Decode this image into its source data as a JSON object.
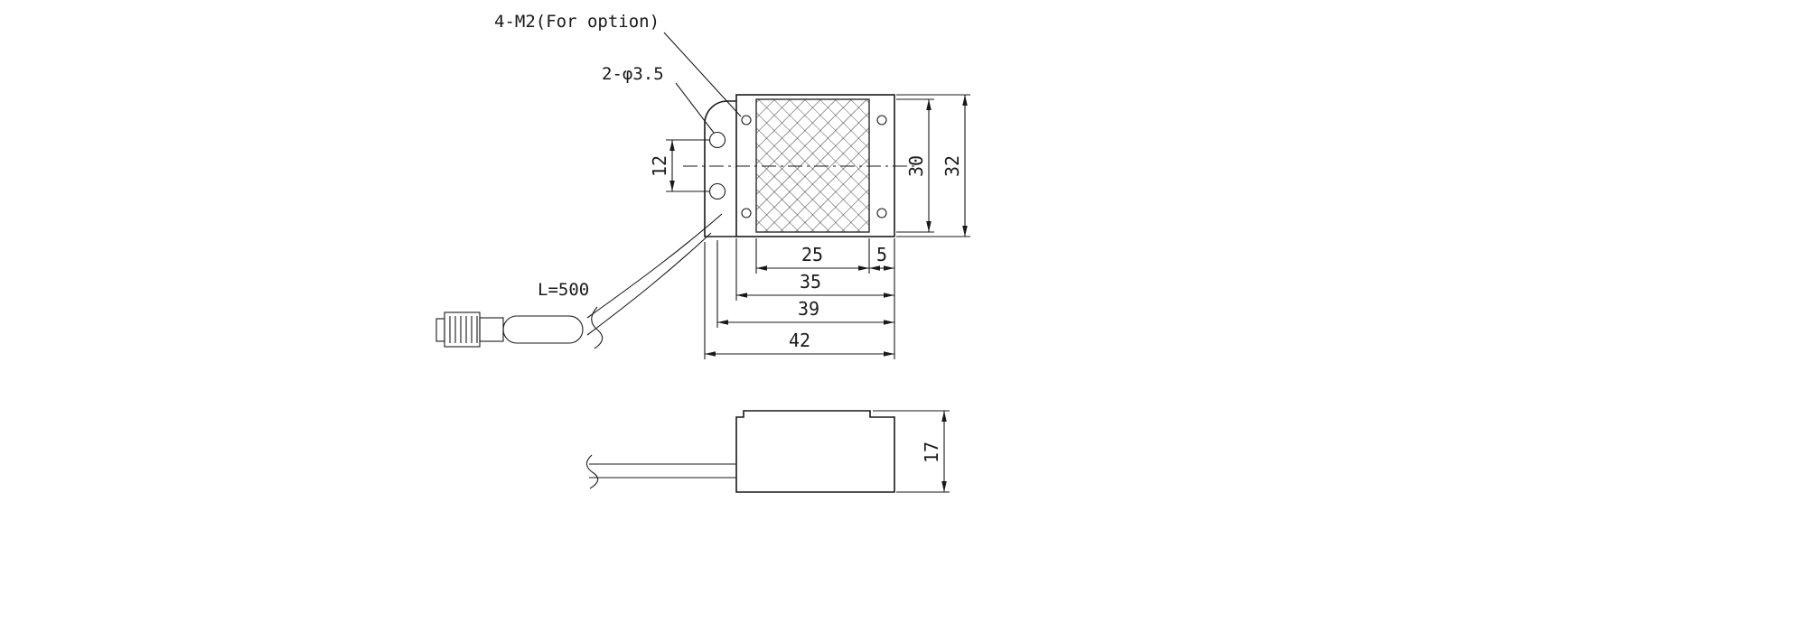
{
  "page": {
    "background": "#ffffff",
    "line_color": "#1a1a1a"
  },
  "callouts": {
    "option_holes": "4-M2(For option)",
    "mounting_holes": "2-φ3.5",
    "cable_length": "L=500"
  },
  "front_view": {
    "dim_hole_pitch": "12",
    "dim_window_height": "30",
    "dim_body_height": "32",
    "dim_window_width": "25",
    "dim_edge_offset": "5",
    "dim_body_width": "35",
    "dim_hole_to_edge": "39",
    "dim_overall_width": "42"
  },
  "side_view": {
    "dim_height": "17"
  }
}
